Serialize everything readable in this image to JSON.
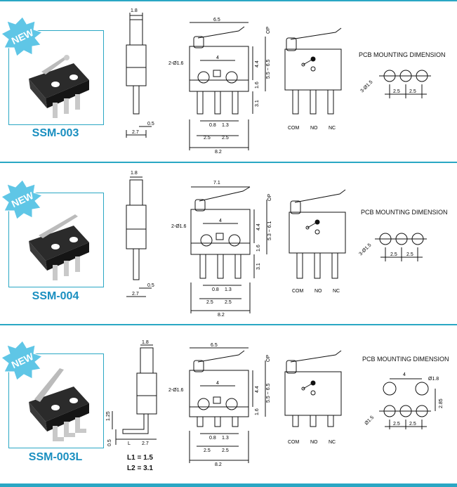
{
  "rows": [
    {
      "model": "SSM-003",
      "badge": "NEW",
      "pcb_title": "PCB MOUNTING DIMENSION",
      "dims": {
        "side_top": "1.8",
        "side_b1": "0.5",
        "side_b2": "2.7",
        "front_top": "6.5",
        "op": "OP",
        "pitch": "4",
        "hole": "2-Ø1.6",
        "h1": "4.4",
        "h2": "5.5 ~ 6.5",
        "h3": "1.6",
        "h4": "3.1",
        "b1": "0.8",
        "b2": "1.3",
        "b3": "2.5",
        "b4": "2.5",
        "total": "8.2",
        "terminals": [
          "COM",
          "NO",
          "NC"
        ],
        "pcb_holes": "3-Ø1.5",
        "pcb_p1": "2.5",
        "pcb_p2": "2.5"
      }
    },
    {
      "model": "SSM-004",
      "badge": "NEW",
      "pcb_title": "PCB MOUNTING DIMENSION",
      "dims": {
        "side_top": "1.8",
        "side_b1": "0.5",
        "side_b2": "2.7",
        "front_top": "7.1",
        "op": "OP",
        "pitch": "4",
        "hole": "2-Ø1.6",
        "h1": "4.4",
        "h2": "5.3 ~ 6.1",
        "h3": "1.6",
        "h4": "3.1",
        "b1": "0.8",
        "b2": "1.3",
        "b3": "2.5",
        "b4": "2.5",
        "total": "8.2",
        "terminals": [
          "COM",
          "NO",
          "NC"
        ],
        "pcb_holes": "3-Ø1.5",
        "pcb_p1": "2.5",
        "pcb_p2": "2.5"
      }
    },
    {
      "model": "SSM-003L",
      "badge": "NEW",
      "pcb_title": "PCB MOUNTING DIMENSION",
      "dims": {
        "side_top": "1.8",
        "side_b1": "0.5",
        "side_b2": "2.7",
        "side_l": "L",
        "side_125": "1.25",
        "front_top": "6.5",
        "op": "OP",
        "pitch": "4",
        "hole": "2-Ø1.6",
        "h1": "4.4",
        "h2": "5.5 ~ 6.5",
        "h3": "1.6",
        "b1": "0.8",
        "b2": "1.3",
        "b3": "2.5",
        "b4": "2.5",
        "total": "8.2",
        "terminals": [
          "COM",
          "NO",
          "NC"
        ],
        "pcb_top": "4",
        "pcb_big": "Ø1.8",
        "pcb_h": "2.85",
        "pcb_holes": "Ø1.5",
        "pcb_p1": "2.5",
        "pcb_p2": "2.5"
      },
      "l_values": [
        "L1 = 1.5",
        "L2 = 3.1"
      ]
    }
  ],
  "colors": {
    "accent": "#2aa7c4",
    "model_text": "#1a8fc0",
    "badge": "#5fc6e6"
  }
}
